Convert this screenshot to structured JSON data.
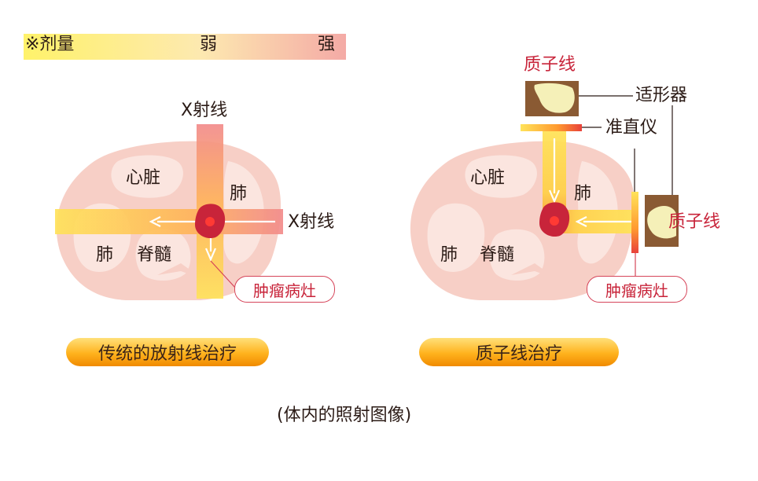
{
  "legend": {
    "dose_label": "※剂量",
    "weak": "弱",
    "strong": "强"
  },
  "left": {
    "beam_top": "X射线",
    "beam_right": "X射线",
    "heart": "心脏",
    "lung_right": "肺",
    "lung_left": "肺",
    "spine": "脊髓",
    "tumor": "肿瘤病灶",
    "title": "传统的放射线治疗"
  },
  "right": {
    "proton_top": "质子线",
    "proton_right": "质子线",
    "shaper": "适形器",
    "collimator": "准直仪",
    "heart": "心脏",
    "lung_right": "肺",
    "lung_left": "肺",
    "spine": "脊髓",
    "tumor": "肿瘤病灶",
    "title": "质子线治疗"
  },
  "caption": "(体内的照射图像)",
  "colors": {
    "body": "#f7cfc6",
    "organ": "#fbe5df",
    "tumor": "#c8243a",
    "beam": "#ffcc3a"
  }
}
